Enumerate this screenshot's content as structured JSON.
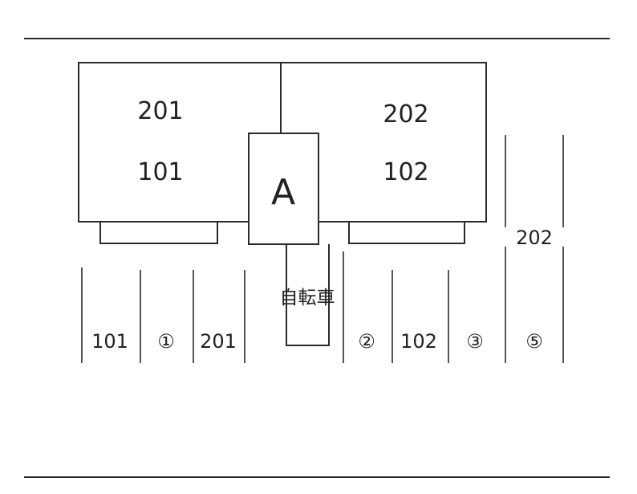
{
  "building": {
    "left_unit": {
      "upper": "201",
      "lower": "101"
    },
    "right_unit": {
      "upper": "202",
      "lower": "102"
    },
    "center_label": "A"
  },
  "bicycle_area": {
    "label": "自転車"
  },
  "parking": {
    "slot_101": "101",
    "slot_1": "①",
    "slot_201": "201",
    "slot_2": "②",
    "slot_102": "102",
    "slot_3": "③",
    "slot_5": "⑤",
    "slot_202": "202"
  }
}
